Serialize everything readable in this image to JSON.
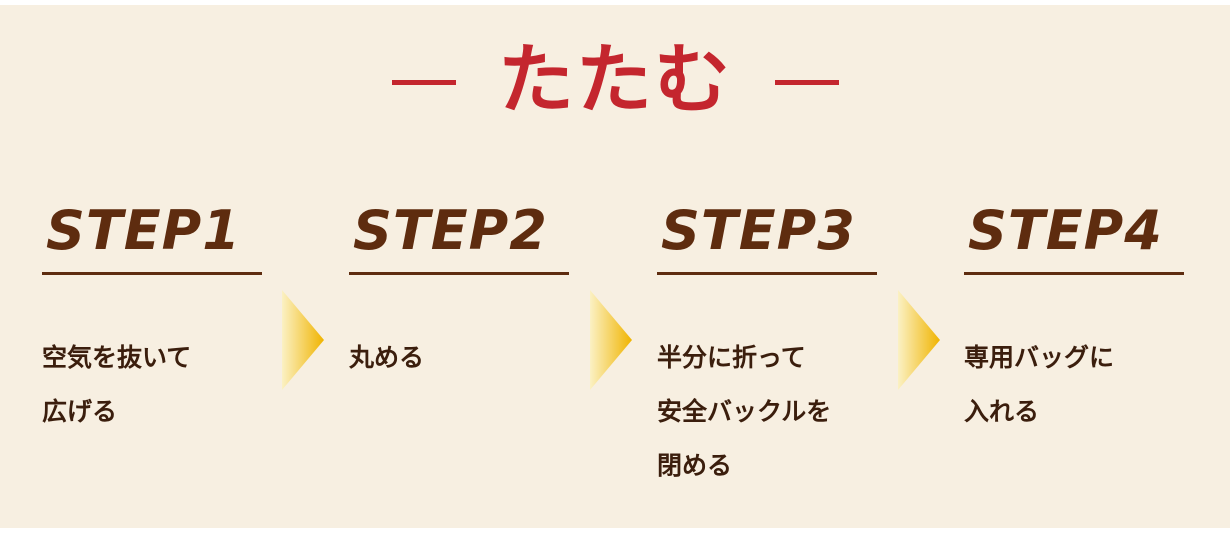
{
  "title": "たたむ",
  "steps": [
    {
      "label": "STEP1",
      "lines": [
        "空気を抜いて",
        "広げる"
      ]
    },
    {
      "label": "STEP2",
      "lines": [
        "丸める"
      ]
    },
    {
      "label": "STEP3",
      "lines": [
        "半分に折って",
        "安全バックルを",
        "閉める"
      ]
    },
    {
      "label": "STEP4",
      "lines": [
        "専用バッグに",
        "入れる"
      ]
    }
  ],
  "colors": {
    "background": "#f7efe1",
    "title": "#c4262e",
    "step_label": "#5e2c0f",
    "step_text": "#3b1e0d",
    "arrow_light": "#fbf1c4",
    "arrow_dark": "#f0b400"
  },
  "icons": {
    "divider": "chevron-right-icon"
  }
}
